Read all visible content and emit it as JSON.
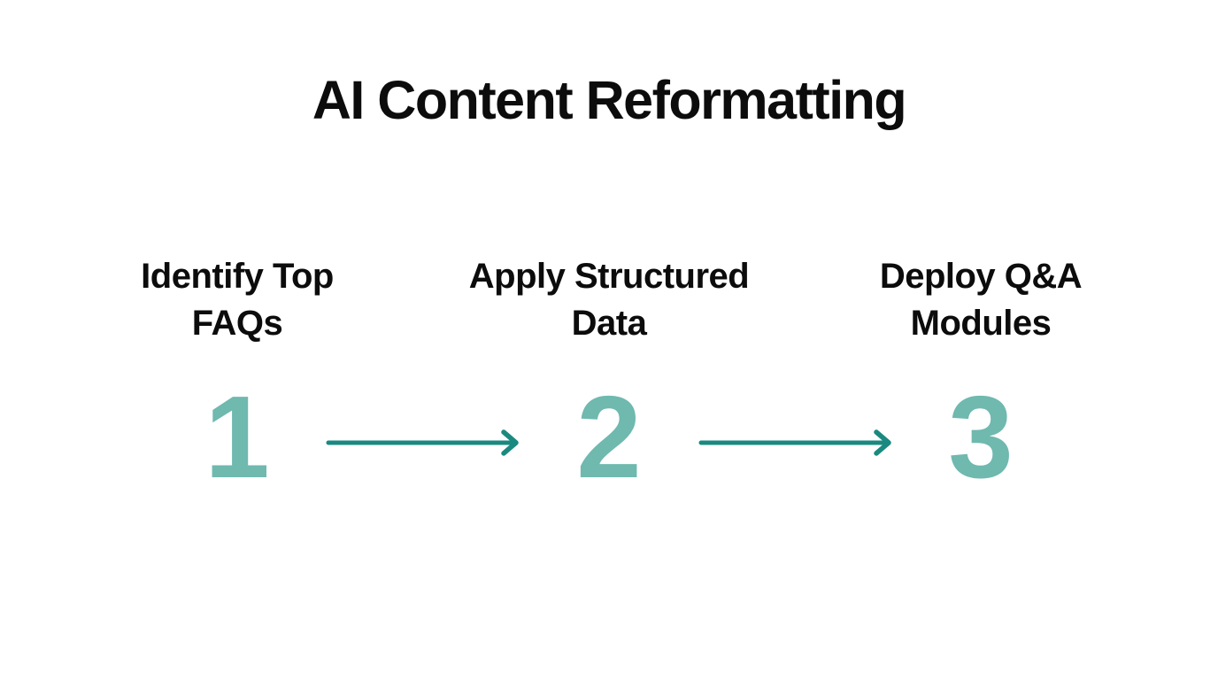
{
  "page": {
    "background": "#ffffff"
  },
  "title": "AI Content Reformatting",
  "colors": {
    "heading_text": "#0c0c0c",
    "label_text": "#0c0c0c",
    "step_number": "#6FB9AF",
    "arrow": "#1A8A80"
  },
  "steps": [
    {
      "label": "Identify Top\nFAQs",
      "number": "1"
    },
    {
      "label": "Apply Structured\nData",
      "number": "2"
    },
    {
      "label": "Deploy Q&A\nModules",
      "number": "3"
    }
  ],
  "arrows": [
    {
      "name": "arrow-step1-to-step2"
    },
    {
      "name": "arrow-step2-to-step3"
    }
  ]
}
